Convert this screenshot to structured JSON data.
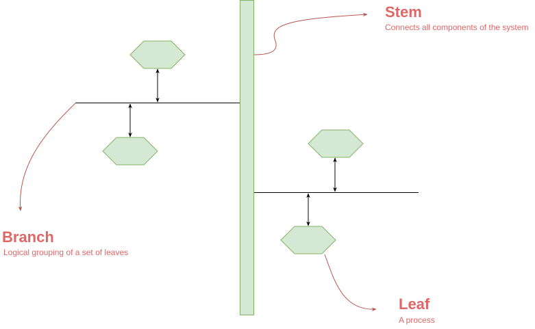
{
  "colors": {
    "accent": "#e06666",
    "connector": "#b85450",
    "leaf_fill": "#d5e8d4",
    "leaf_stroke": "#82b366",
    "line": "#000000"
  },
  "labels": {
    "stem": {
      "title": "Stem",
      "description": "Connects all components of the system"
    },
    "branch": {
      "title": "Branch",
      "description": "Logical grouping of a set of leaves"
    },
    "leaf": {
      "title": "Leaf",
      "description": "A process"
    }
  }
}
